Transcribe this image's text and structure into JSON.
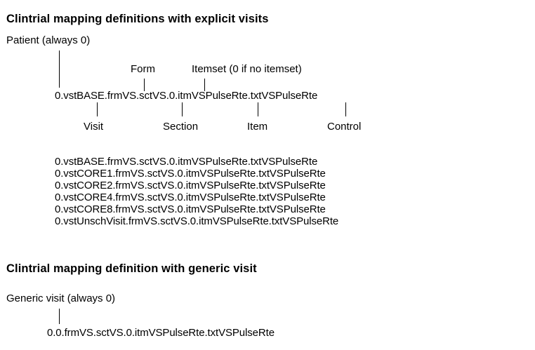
{
  "sections": {
    "explicit": {
      "heading": "Clintrial mapping definitions with explicit visits",
      "diagram": {
        "top_label": "Patient (always 0)",
        "path": "0.vstBASE.frmVS.sctVS.0.itmVSPulseRte.txtVSPulseRte",
        "upper_callouts": [
          {
            "label": "Form"
          },
          {
            "label": "Itemset (0 if no itemset)"
          }
        ],
        "lower_callouts": [
          {
            "label": "Visit"
          },
          {
            "label": "Section"
          },
          {
            "label": "Item"
          },
          {
            "label": "Control"
          }
        ]
      },
      "mappings": [
        "0.vstBASE.frmVS.sctVS.0.itmVSPulseRte.txtVSPulseRte",
        "0.vstCORE1.frmVS.sctVS.0.itmVSPulseRte.txtVSPulseRte",
        "0.vstCORE2.frmVS.sctVS.0.itmVSPulseRte.txtVSPulseRte",
        "0.vstCORE4.frmVS.sctVS.0.itmVSPulseRte.txtVSPulseRte",
        "0.vstCORE8.frmVS.sctVS.0.itmVSPulseRte.txtVSPulseRte",
        "0.vstUnschVisit.frmVS.sctVS.0.itmVSPulseRte.txtVSPulseRte"
      ]
    },
    "generic": {
      "heading": "Clintrial mapping definition with generic visit",
      "diagram": {
        "top_label": "Generic visit (always 0)",
        "path": "0.0.frmVS.sctVS.0.itmVSPulseRte.txtVSPulseRte"
      }
    }
  },
  "colors": {
    "background": "#ffffff",
    "text": "#000000",
    "leader_line": "#000000"
  }
}
